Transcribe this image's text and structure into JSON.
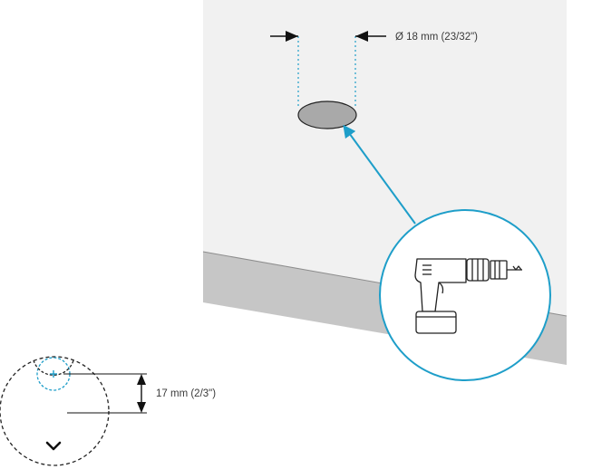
{
  "hole_diameter_label": "Ø 18 mm (23/32\")",
  "offset_label": "17 mm (2/3\")",
  "colors": {
    "panel_top": "#f1f1f1",
    "panel_edge": "#c6c6c6",
    "hole_fill": "#a9a9a9",
    "accent": "#1e9ec9",
    "line": "#222222"
  },
  "icons": {
    "drill": "cordless-drill-with-hole-saw",
    "center_mark": "plus-crosshair",
    "direction": "chevron-down"
  }
}
